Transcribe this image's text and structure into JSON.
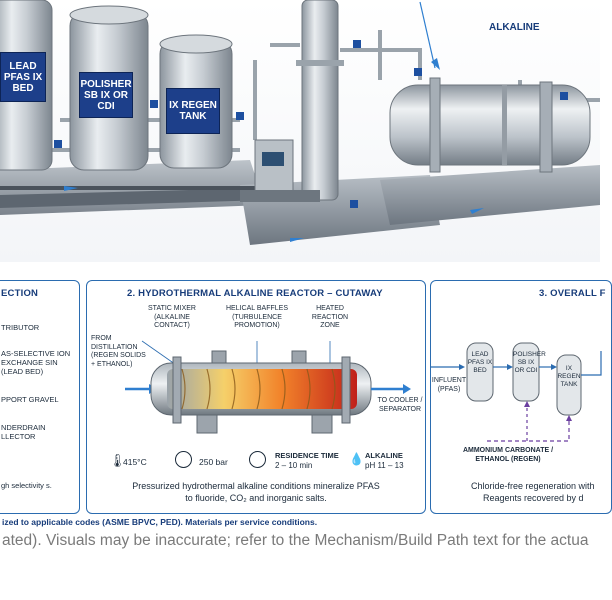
{
  "hero": {
    "tank_labels": [
      "LEAD PFAS IX BED",
      "POLISHER SB IX OR CDI",
      "IX REGEN TANK"
    ],
    "callout_alkaline": "ALKALINE"
  },
  "panel_left": {
    "title": "ECTION",
    "items": [
      "TRIBUTOR",
      "AS-SELECTIVE ION EXCHANGE SIN (LEAD BED)",
      "PPORT GRAVEL",
      "NDERDRAIN LLECTOR"
    ],
    "note": "gh selectivity s."
  },
  "panel_center": {
    "title": "2. HYDROTHERMAL ALKALINE REACTOR – CUTAWAY",
    "callouts": {
      "static_mixer": "STATIC MIXER (ALKALINE CONTACT)",
      "helical_baffles": "HELICAL BAFFLES (TURBULENCE PROMOTION)",
      "heated_zone": "HEATED REACTION ZONE",
      "from_distillation": "FROM DISTILLATION (REGEN SOLIDS + ETHANOL)",
      "to_cooler": "TO COOLER / SEPARATOR"
    },
    "specs": [
      {
        "icon": "thermometer-icon",
        "value": "415°C"
      },
      {
        "icon": "gauge-icon",
        "value": "250 bar"
      },
      {
        "icon": "clock-icon",
        "label": "RESIDENCE TIME",
        "value": "2 – 10 min"
      },
      {
        "icon": "droplet-icon",
        "label": "ALKALINE",
        "value": "pH 11 – 13"
      }
    ],
    "note_line1": "Pressurized hydrothermal alkaline conditions mineralize PFAS",
    "note_line2": "to fluoride, CO₂ and inorganic salts."
  },
  "panel_right": {
    "title": "3. OVERALL F",
    "influent": "INFLUENT (PFAS)",
    "vessels": [
      "LEAD PFAS IX BED",
      "POLISHER SB IX OR CDI",
      "IX REGEN TANK"
    ],
    "regen": "AMMONIUM CARBONATE / ETHANOL (REGEN)",
    "note_line1": "Chloride-free regeneration with",
    "note_line2": "Reagents recovered by d"
  },
  "footnote": "ized to applicable codes (ASME BPVC, PED). Materials per service conditions.",
  "disclaimer": "ated). Visuals may be inaccurate; refer to the Mechanism/Build Path text for the actua",
  "colors": {
    "accent": "#2b6cb0",
    "navy": "#173c7a",
    "purple": "#6b3fa0"
  }
}
